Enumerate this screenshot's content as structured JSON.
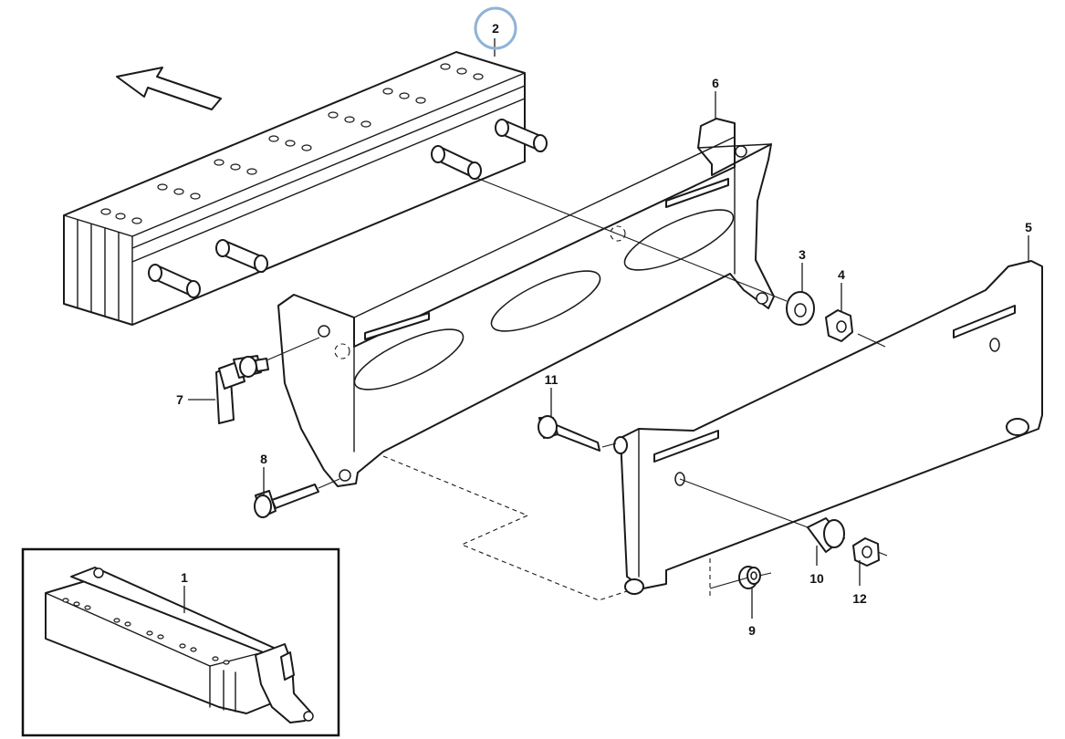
{
  "diagram": {
    "callouts": [
      {
        "id": "callout-2",
        "text": "2",
        "highlighted": true
      },
      {
        "id": "callout-6",
        "text": "6"
      },
      {
        "id": "callout-3",
        "text": "3"
      },
      {
        "id": "callout-4",
        "text": "4"
      },
      {
        "id": "callout-5",
        "text": "5"
      },
      {
        "id": "callout-7",
        "text": "7"
      },
      {
        "id": "callout-8",
        "text": "8"
      },
      {
        "id": "callout-11",
        "text": "11"
      },
      {
        "id": "callout-10",
        "text": "10"
      },
      {
        "id": "callout-12",
        "text": "12"
      },
      {
        "id": "callout-9",
        "text": "9"
      },
      {
        "id": "callout-1",
        "text": "1"
      }
    ],
    "highlight_color": "#8FB3D9"
  }
}
